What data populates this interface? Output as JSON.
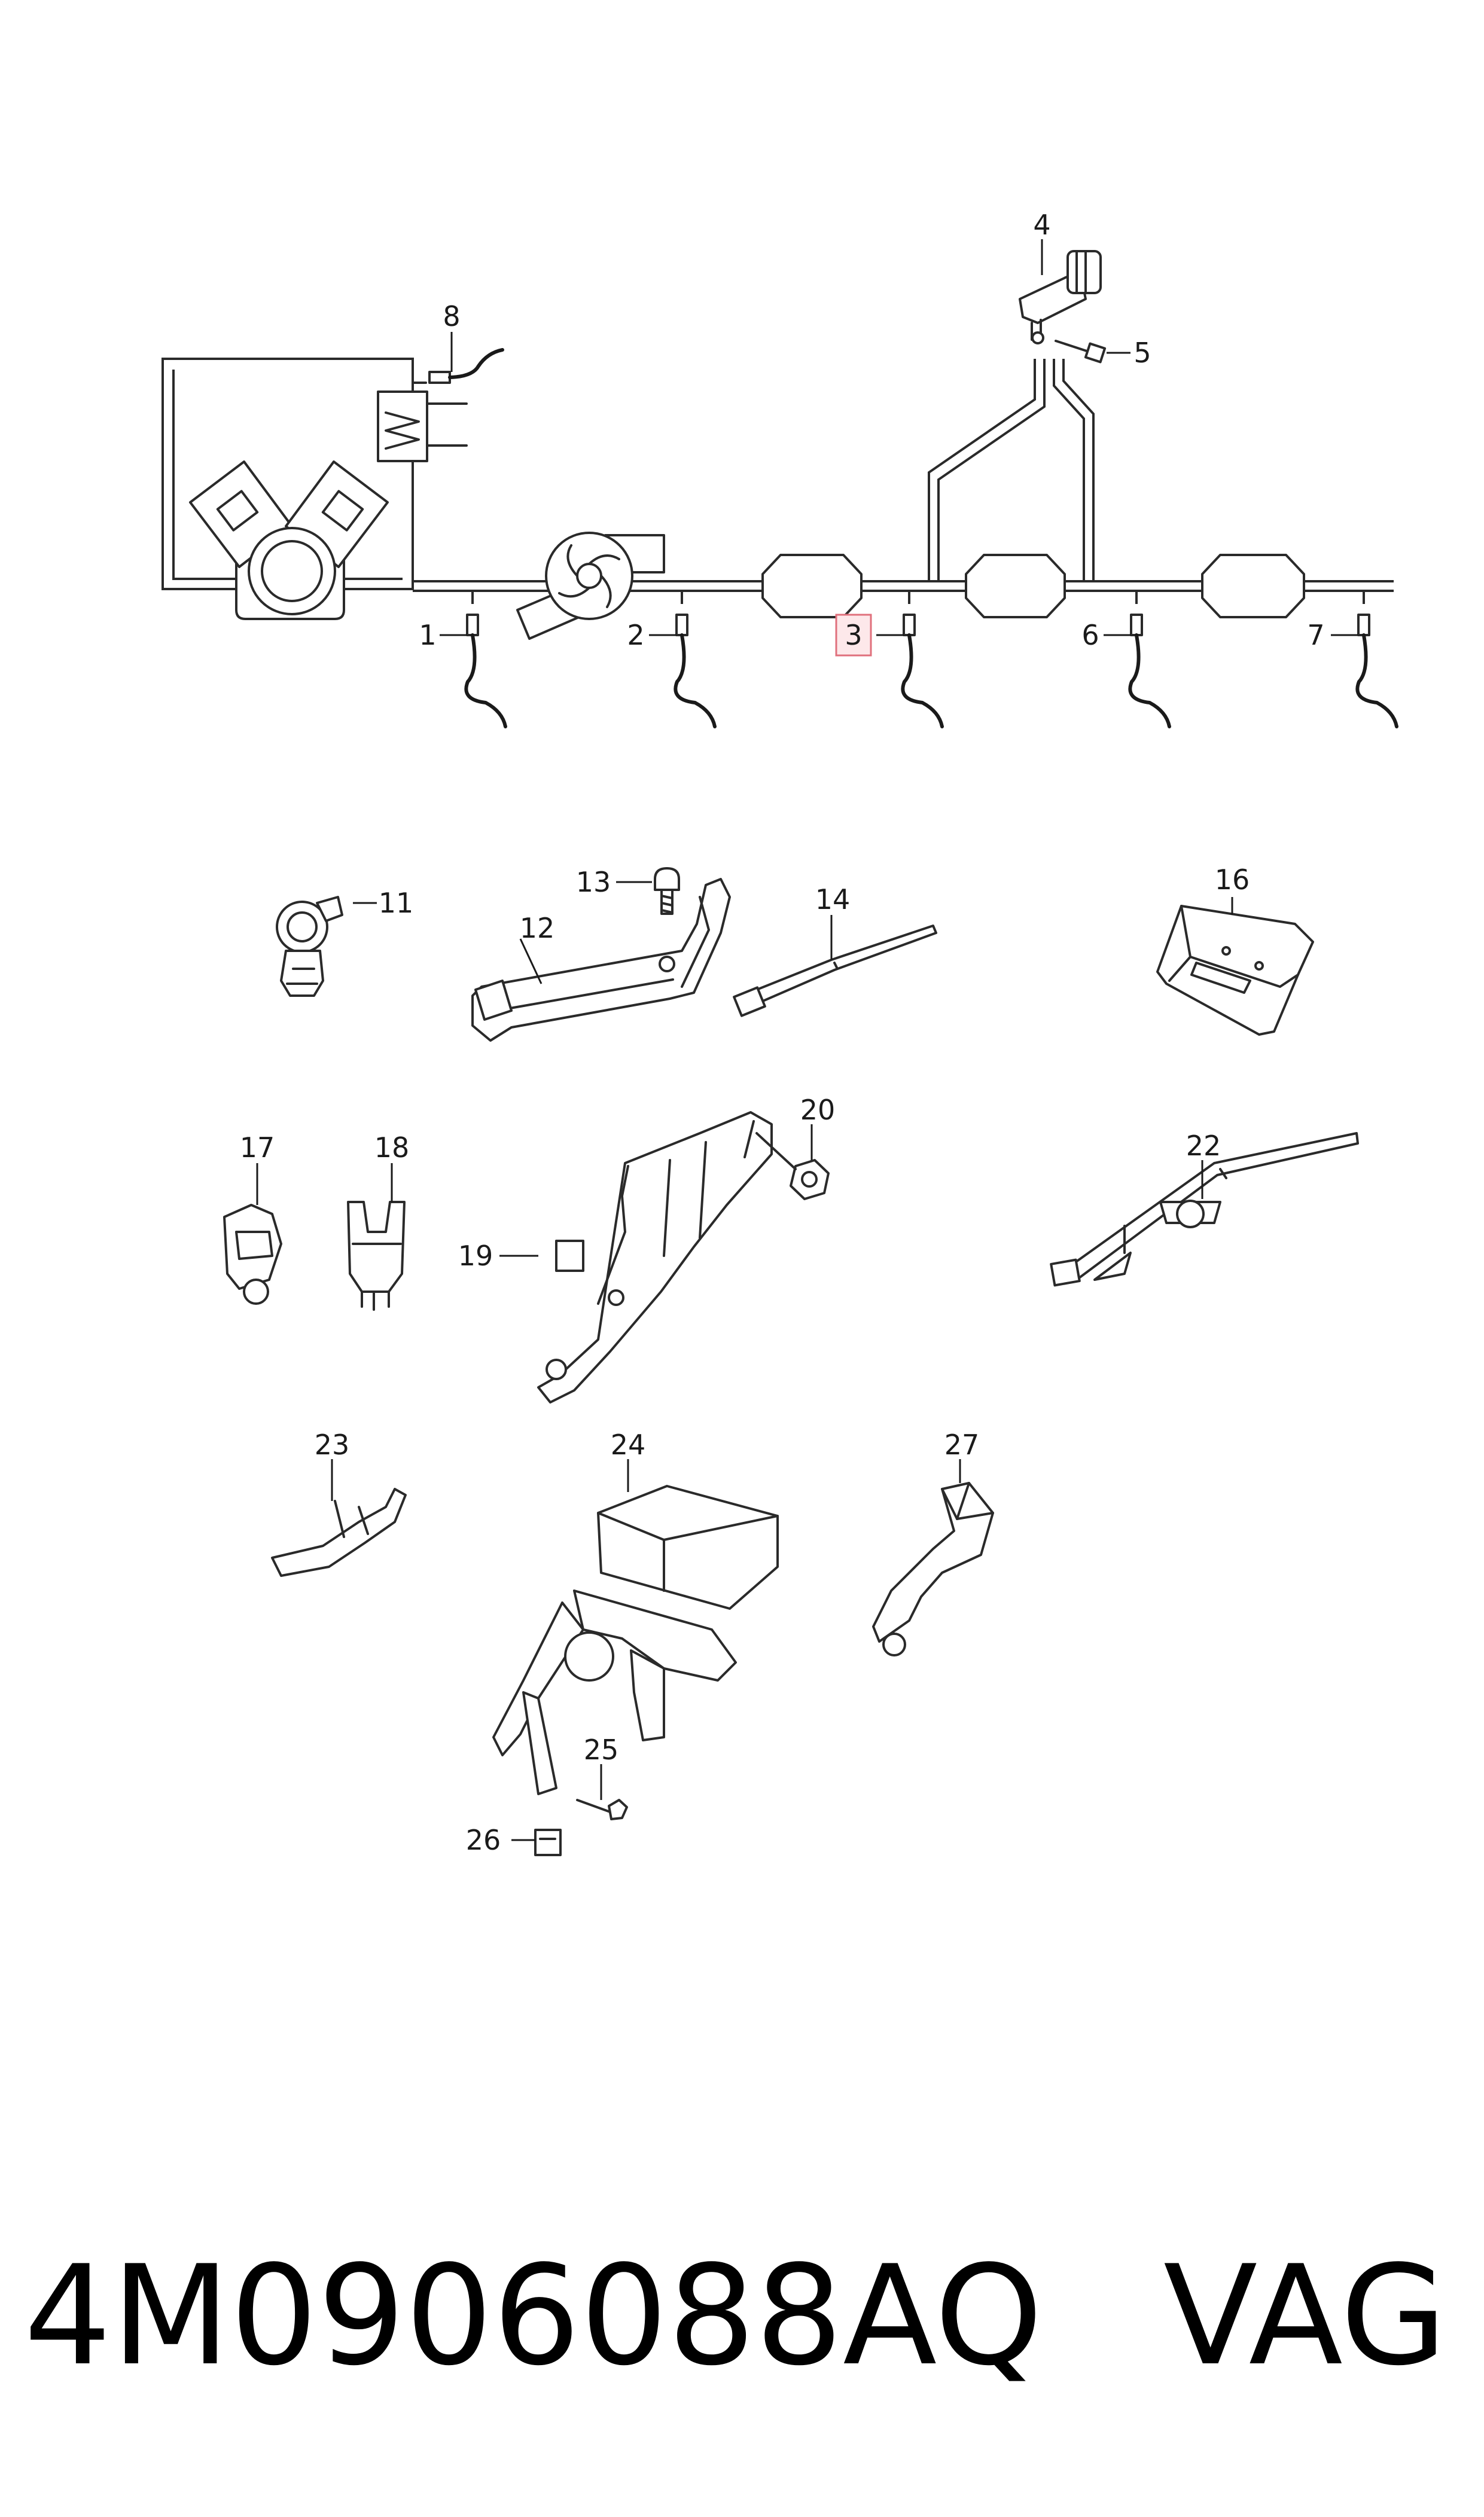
{
  "callouts": {
    "c1": "1",
    "c2": "2",
    "c3": "3",
    "c4": "4",
    "c5": "5",
    "c6": "6",
    "c7": "7",
    "c8": "8",
    "c11": "11",
    "c12": "12",
    "c13": "13",
    "c14": "14",
    "c16": "16",
    "c17": "17",
    "c18": "18",
    "c19": "19",
    "c20": "20",
    "c22": "22",
    "c23": "23",
    "c24": "24",
    "c25": "25",
    "c26": "26",
    "c27": "27"
  },
  "highlighted_callout": "3",
  "colors": {
    "line": "#2a2a2a",
    "highlight_fill": "#fde8ea",
    "highlight_stroke": "#e0707c",
    "text": "#000000"
  },
  "footer": {
    "part_number": "4M0906088AQ",
    "brand": "VAG"
  }
}
